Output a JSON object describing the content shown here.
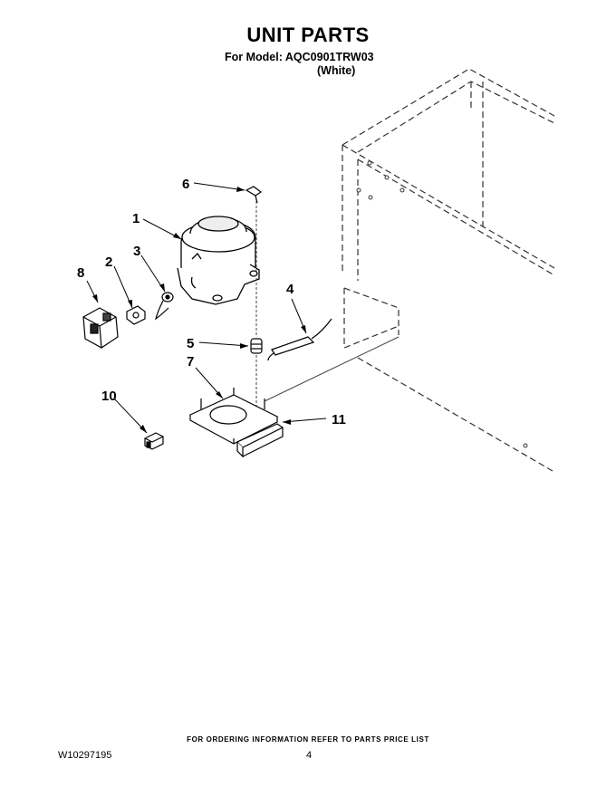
{
  "header": {
    "title": "UNIT PARTS",
    "model_line": "For Model: AQC0901TRW03",
    "color_line": "(White)"
  },
  "callouts": {
    "c1": "1",
    "c2": "2",
    "c3": "3",
    "c4": "4",
    "c5": "5",
    "c6": "6",
    "c7": "7",
    "c8": "8",
    "c10": "10",
    "c11": "11"
  },
  "footer": {
    "note": "FOR ORDERING INFORMATION REFER TO PARTS PRICE LIST",
    "doc_number": "W10297195",
    "page_number": "4"
  }
}
